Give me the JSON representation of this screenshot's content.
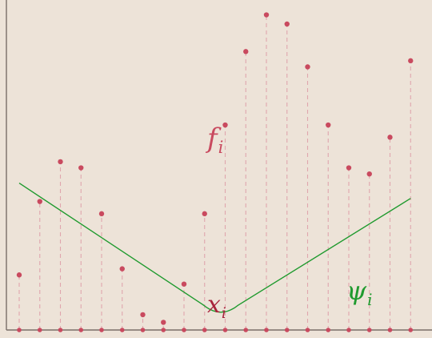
{
  "diagram": {
    "colors": {
      "background": "#ede3d8",
      "axis": "#7a6e68",
      "function": "#c94a5f",
      "stem": "#e0a6ad",
      "basis": "#1f9a2e"
    },
    "labels": {
      "f_main": "f",
      "f_sub": "i",
      "x_main": "x",
      "x_sub": "i",
      "psi_main": "ψ",
      "psi_sub": "i"
    },
    "f_values": [
      0.18,
      0.42,
      0.55,
      0.53,
      0.38,
      0.2,
      0.05,
      0.025,
      0.15,
      0.38,
      0.67,
      0.91,
      1.03,
      1.0,
      0.86,
      0.67,
      0.53,
      0.51,
      0.63,
      0.88
    ],
    "peak_index": 10,
    "peak_value": 0.045,
    "basis_end_values": [
      0.48,
      0.43
    ]
  }
}
